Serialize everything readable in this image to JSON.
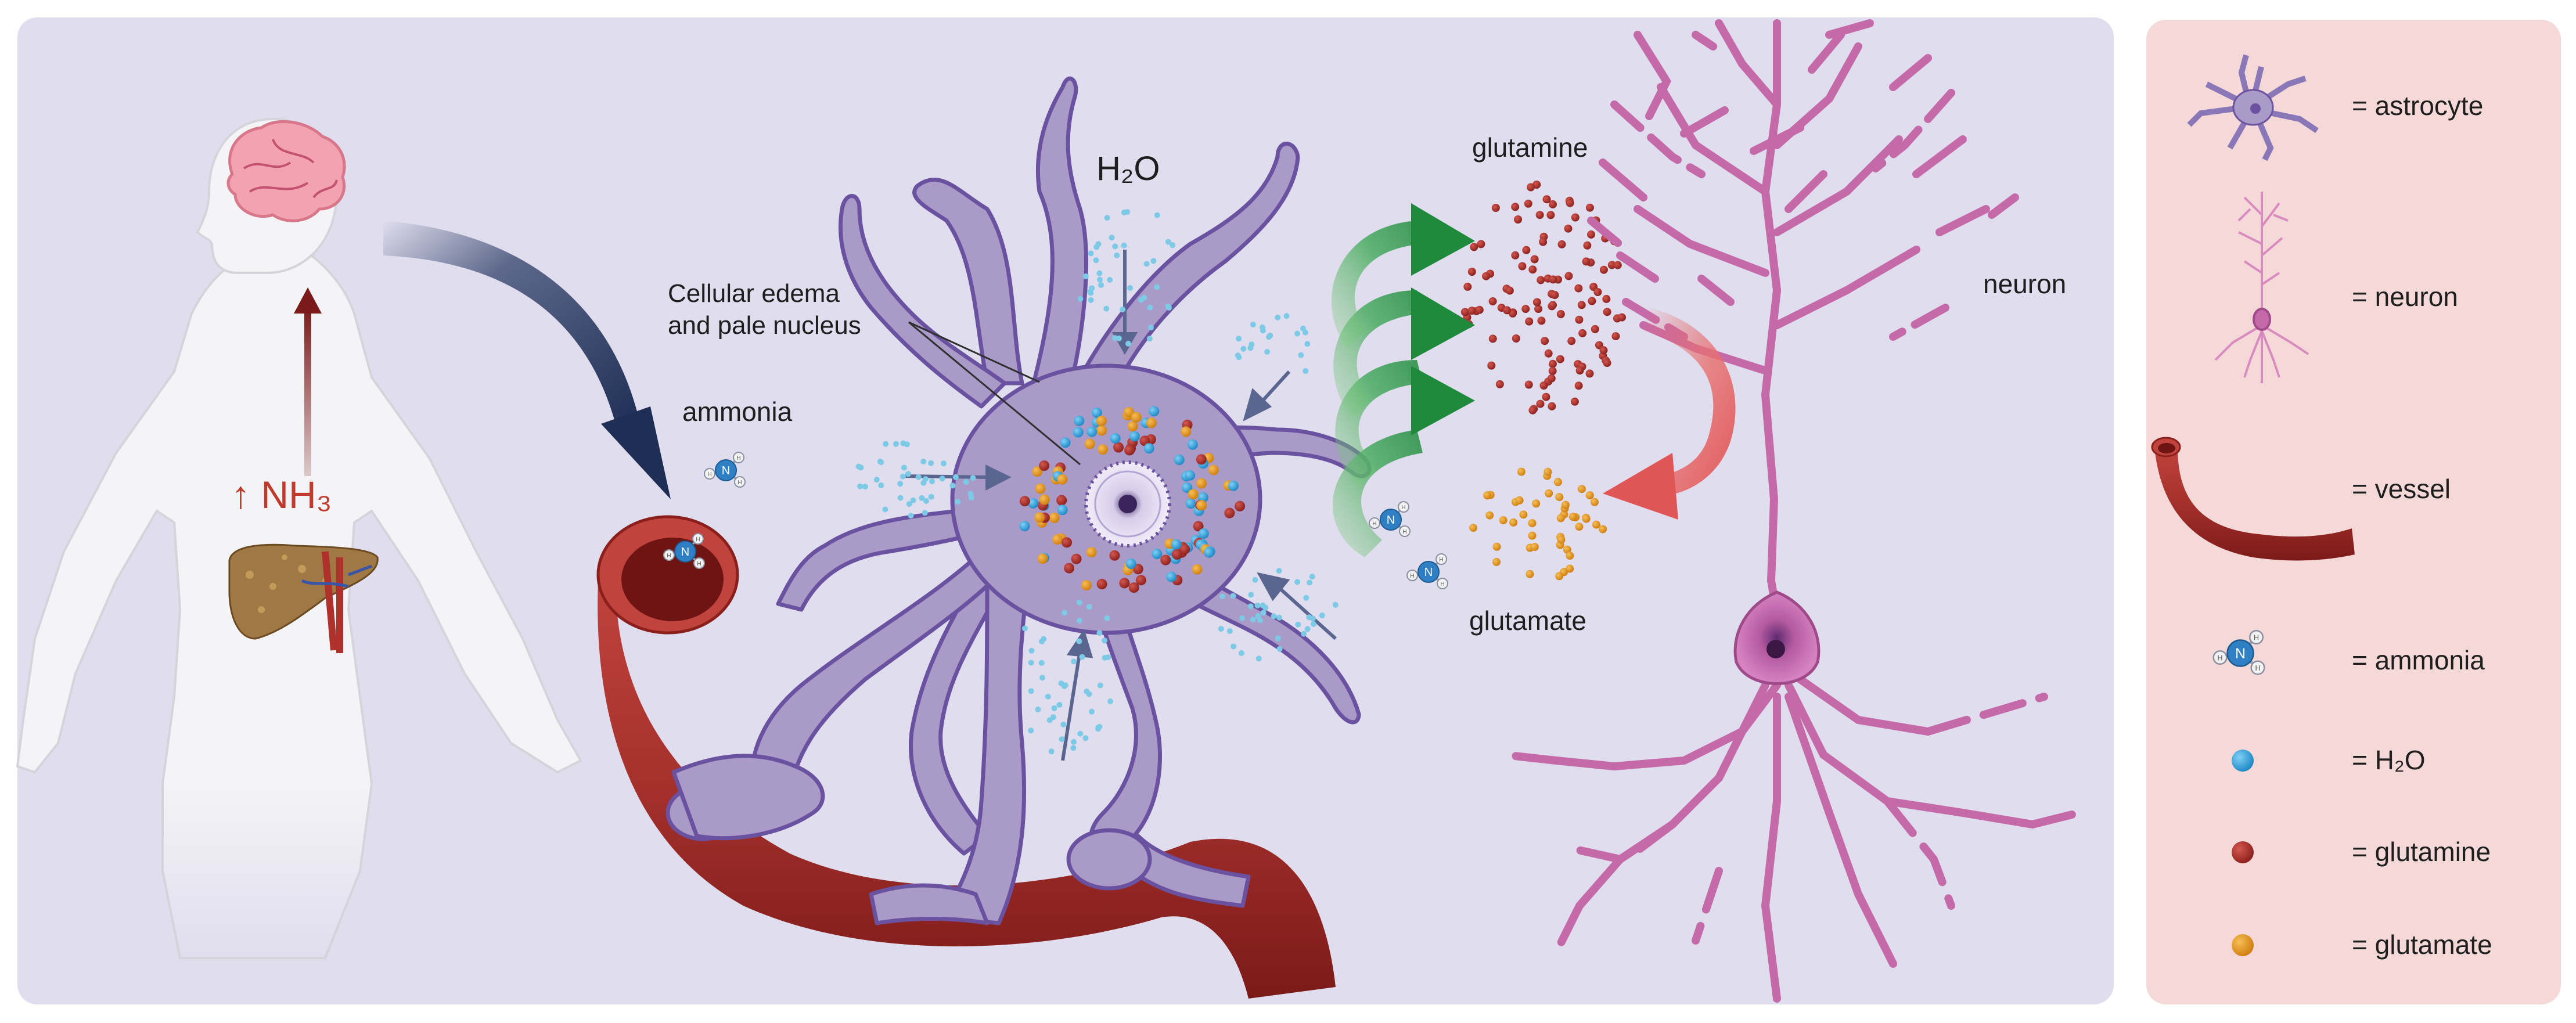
{
  "labels": {
    "h2o": "H₂O",
    "edema_line1": "Cellular edema",
    "edema_line2": "and pale nucleus",
    "ammonia": "ammonia",
    "nh3": "↑ NH₃",
    "glutamine": "glutamine",
    "glutamate": "glutamate",
    "neuron": "neuron"
  },
  "legend": {
    "items": [
      {
        "icon": "astrocyte-icon",
        "label": "= astrocyte"
      },
      {
        "icon": "neuron-icon",
        "label": "= neuron"
      },
      {
        "icon": "vessel-icon",
        "label": "= vessel"
      },
      {
        "icon": "ammonia-molecule-icon",
        "label": "= ammonia"
      },
      {
        "icon": "water-dot-icon",
        "label": "= H₂O",
        "color": "#2a9fd8"
      },
      {
        "icon": "glutamine-dot-icon",
        "label": "= glutamine",
        "color": "#a52a2a"
      },
      {
        "icon": "glutamate-dot-icon",
        "label": "= glutamate",
        "color": "#e08e16"
      }
    ]
  },
  "molecule": {
    "center": "N",
    "atom": "H"
  },
  "colors": {
    "panel_bg": "#e0ddee",
    "legend_bg": "#f5d9d8",
    "astrocyte_fill": "#a99ac8",
    "astrocyte_stroke": "#6a52a0",
    "neuron": "#c56aa9",
    "vessel": "#a4302c",
    "vessel_dark": "#6e1513",
    "water": "#2a9fd8",
    "glutamine": "#a52a2a",
    "glutamate": "#e08e16",
    "green_arrow": "#2f9b47",
    "red_arrow": "#e46a6a",
    "navy_arrow": "#243660"
  }
}
